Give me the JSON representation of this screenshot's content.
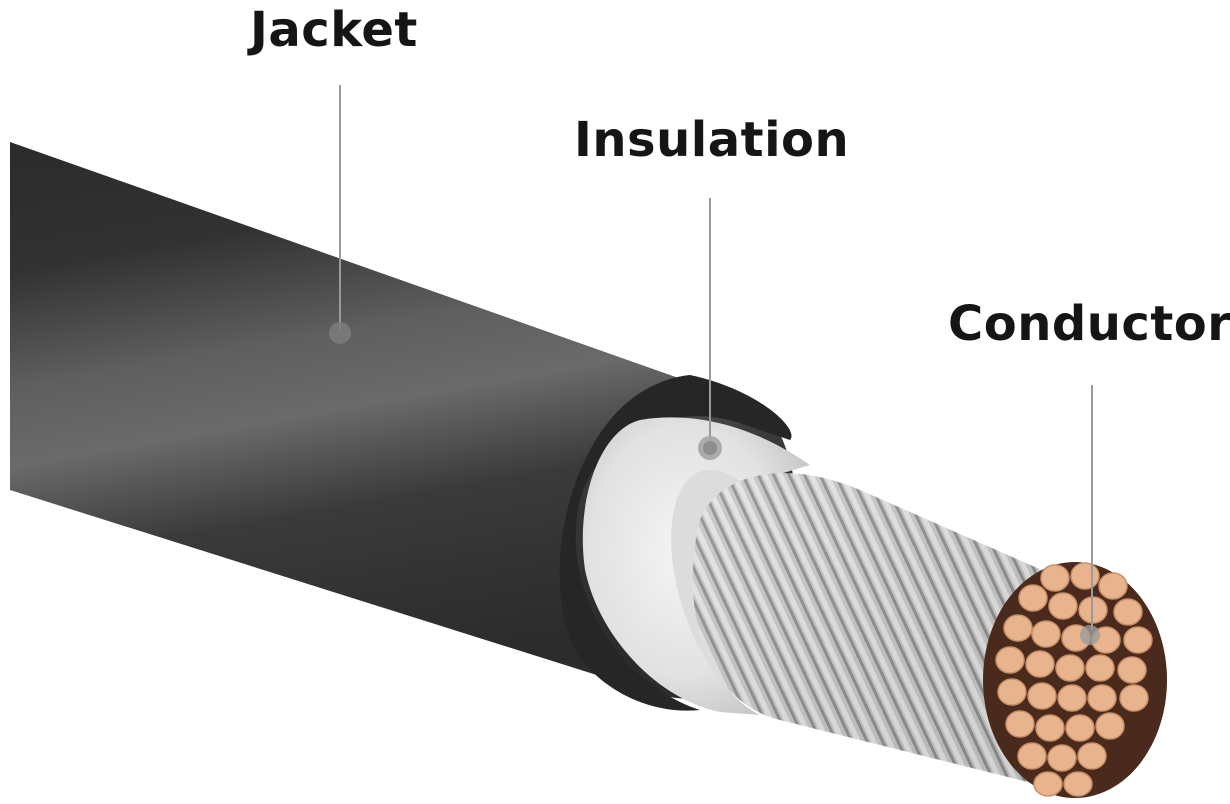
{
  "diagram": {
    "subject": "Cable cross-section",
    "labels": [
      {
        "id": "jacket",
        "text": "Jacket"
      },
      {
        "id": "insulation",
        "text": "Insulation"
      },
      {
        "id": "conductor",
        "text": "Conductor"
      }
    ],
    "colors": {
      "background": "#ffffff",
      "jacket_dark": "#2e2e2e",
      "jacket_highlight": "#6e6e6e",
      "insulation": "#e6e6e6",
      "shield_strands": "#b8b8b8",
      "conductor_copper": "#e8b48e",
      "leader_line": "#9a9a9a",
      "label_text": "#151515"
    }
  }
}
